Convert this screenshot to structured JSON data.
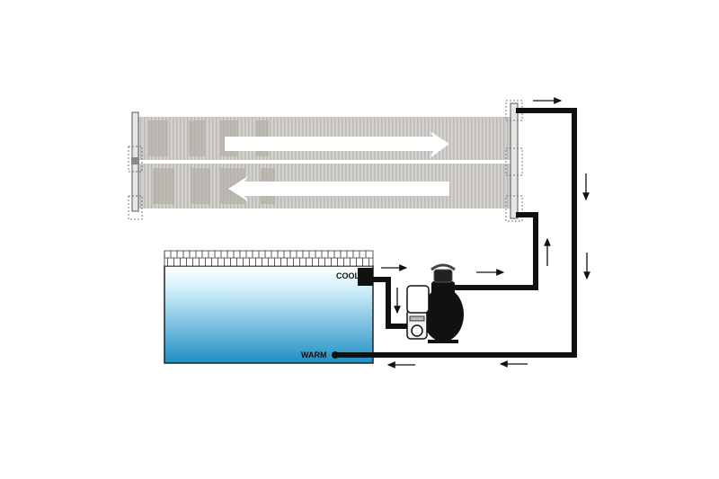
{
  "labels": {
    "cool": "COOL",
    "warm": "WARM"
  },
  "colors": {
    "pipe": "#111111",
    "panel": "#cfcdca",
    "panel_stripe": "#b8b5b0",
    "water_top": "#ffffff",
    "water_bottom": "#1f8fc4",
    "pool_border": "#222222",
    "arrow": "#111111"
  },
  "components": [
    "solar-panel-upper",
    "solar-panel-lower",
    "pool",
    "sand-filter-pump",
    "pipes",
    "flow-arrows"
  ]
}
